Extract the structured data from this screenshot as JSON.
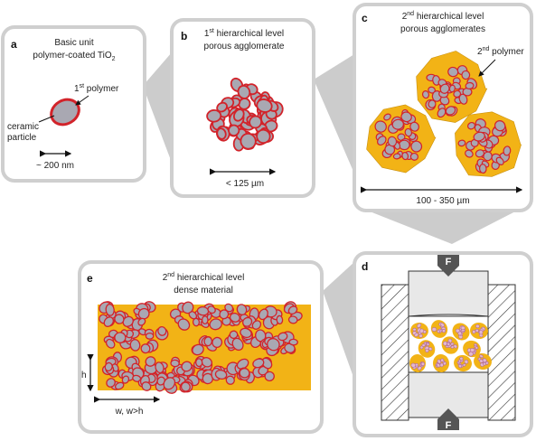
{
  "colors": {
    "panel_fill": "#ffffff",
    "panel_border": "#cfcfcf",
    "connector": "#cccccc",
    "particle": "#a9a8b2",
    "polymer1": "#d2232a",
    "polymer2": "#f2b316",
    "pink_particle": "#e3b8cf",
    "cylinder": "#e8e8e8"
  },
  "panel_a": {
    "letter": "a",
    "title_line1": "Basic unit",
    "title_line2_main": "polymer-coated TiO",
    "title_line2_sub": "2",
    "polymer_label_sup": "st",
    "polymer_label_num": "1",
    "polymer_label_rest": " polymer",
    "ceramic_label1": "ceramic",
    "ceramic_label2": "particle",
    "scale_label": "~ 200 nm"
  },
  "panel_b": {
    "letter": "b",
    "title_num": "1",
    "title_sup": "st",
    "title_rest": " hierarchical level",
    "title_line2": "porous agglomerate",
    "scale_label": "< 125 µm"
  },
  "panel_c": {
    "letter": "c",
    "title_num": "2",
    "title_sup": "nd",
    "title_rest": " hierarchical level",
    "title_line2": "porous agglomerates",
    "polymer_num": "2",
    "polymer_sup": "nd",
    "polymer_rest": " polymer",
    "scale_label": "100 - 350 µm"
  },
  "panel_d": {
    "letter": "d",
    "force_top": "F",
    "force_bottom": "F"
  },
  "panel_e": {
    "letter": "e",
    "title_num": "2",
    "title_sup": "nd",
    "title_rest": " hierarchical level",
    "title_line2": "dense material",
    "height_label": "h",
    "width_label": "w, w>h"
  }
}
